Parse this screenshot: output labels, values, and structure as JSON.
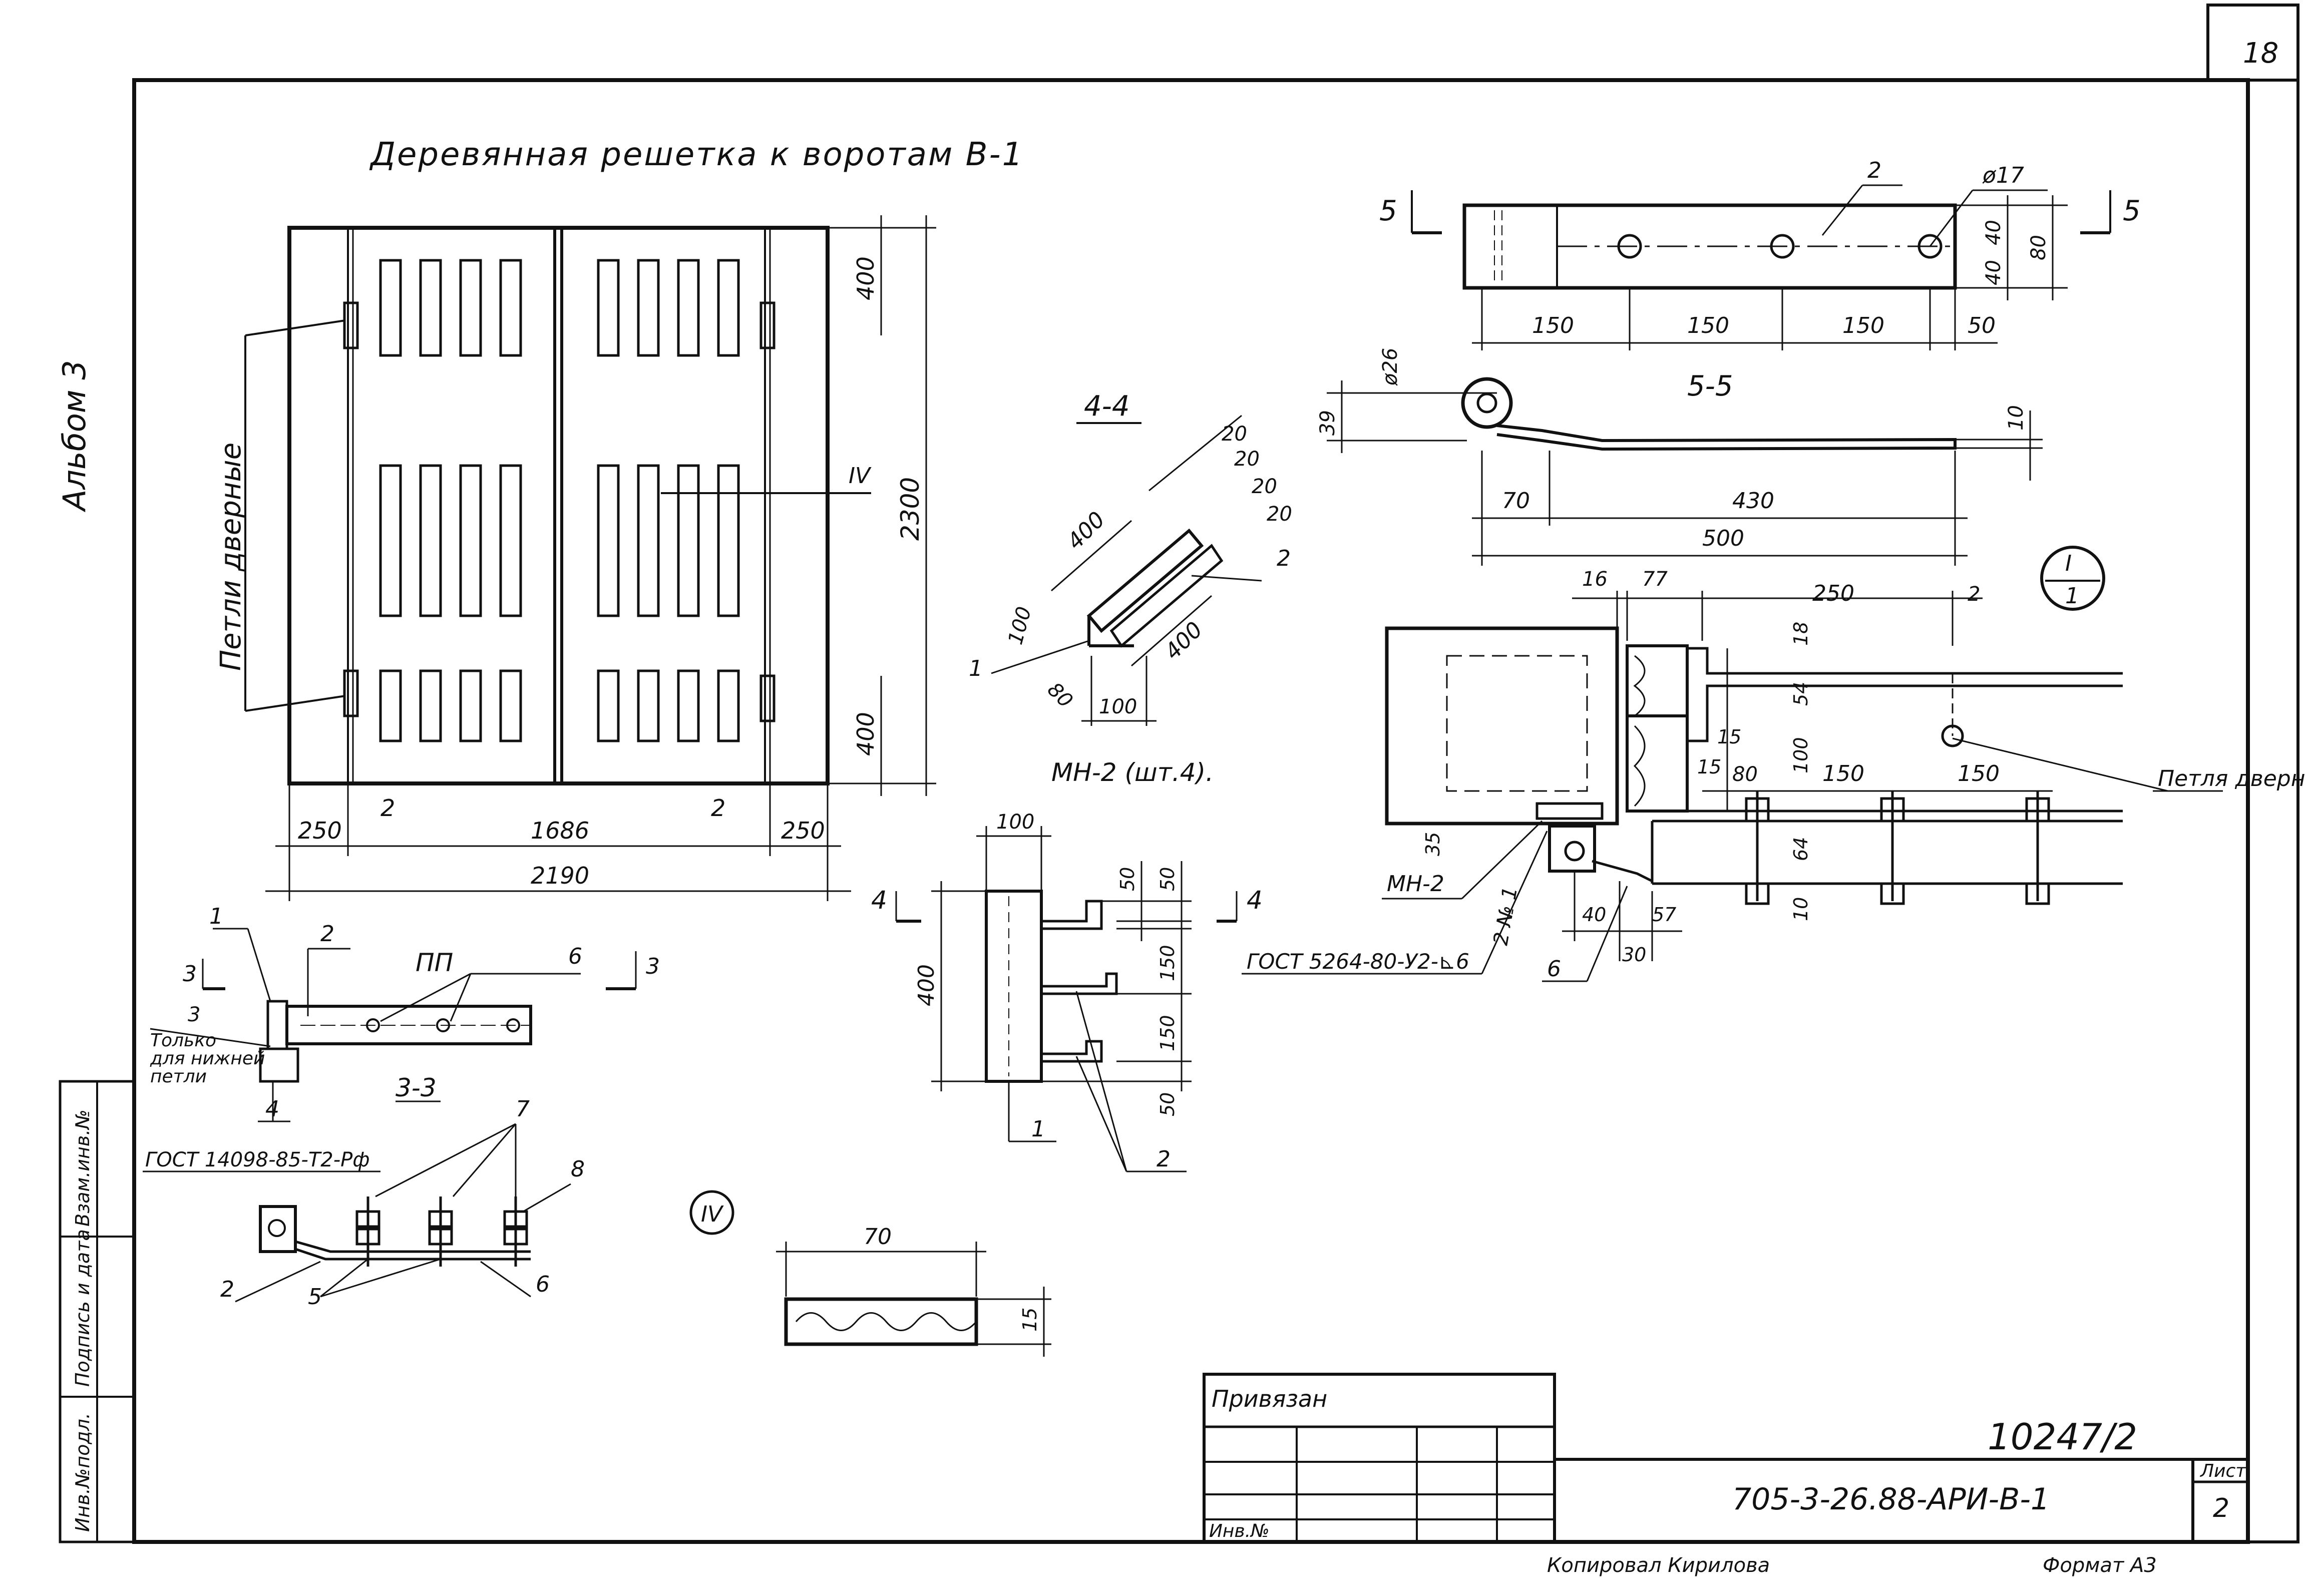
{
  "page_number": "18",
  "album_label": "Альбом 3",
  "main_title": "Деревянная решетка к воротам В-1",
  "gate": {
    "hinge_label": "Петли дверные",
    "mark": "IV",
    "dims": {
      "width": "1686",
      "total": "2190",
      "side_left": "250",
      "side_right": "250",
      "gap_left": "2",
      "gap_right": "2",
      "height": "2300",
      "top": "400",
      "bottom": "400"
    }
  },
  "section_4_4": {
    "title": "4-4",
    "caption": "МН-2 (шт.4).",
    "dims": [
      "20",
      "20",
      "20",
      "20",
      "400",
      "100",
      "80",
      "400",
      "100"
    ],
    "leaders": [
      "1",
      "2"
    ]
  },
  "section_5_5": {
    "title": "5-5",
    "marker": "5",
    "dims": [
      "150",
      "150",
      "150",
      "50",
      "40",
      "40",
      "80",
      "ø17",
      "2",
      "ø26",
      "39",
      "10",
      "70",
      "430",
      "500"
    ]
  },
  "node_I": {
    "mark_top": "I",
    "mark_bottom": "1",
    "dims": [
      "16",
      "77",
      "250",
      "2",
      "18",
      "54",
      "100",
      "15",
      "15",
      "80",
      "150",
      "150",
      "35",
      "64",
      "10",
      "40",
      "57",
      "30"
    ],
    "hinge_label": "Петля дверная",
    "mn_label": "МН-2",
    "weld_label": "2 № 1",
    "gost_label": "ГОСТ 5264-80-У2-⊾6",
    "leader_6": "6"
  },
  "detail_PP": {
    "title": "ПП",
    "section_title": "3-3",
    "marker": "3",
    "leaders": [
      "1",
      "2",
      "6",
      "4"
    ],
    "note_num": "3",
    "note": [
      "Только",
      "для нижней",
      "петли"
    ]
  },
  "detail_IV": {
    "gost": "ГОСТ 14098-85-Т2-Рф",
    "mark": "IV",
    "leaders": [
      "7",
      "8",
      "2",
      "5",
      "6"
    ]
  },
  "detail_4": {
    "marker": "4",
    "dims": [
      "100",
      "50",
      "50",
      "150",
      "150",
      "50",
      "400"
    ],
    "leaders": [
      "1",
      "2"
    ]
  },
  "board": {
    "width": "70",
    "thickness": "15"
  },
  "side_stamp": [
    "Инв.№подл.",
    "Подпись и дата",
    "Взам.инв.№"
  ],
  "title_block": {
    "privyazan": "Привязан",
    "inv": "Инв.№",
    "number": "10247/2",
    "code": "705-3-26.88-АРИ-В-1",
    "sheet_label": "Лист",
    "sheet_num": "2"
  },
  "footer": {
    "copied": "Копировал Кирилова",
    "format": "Формат А3"
  }
}
